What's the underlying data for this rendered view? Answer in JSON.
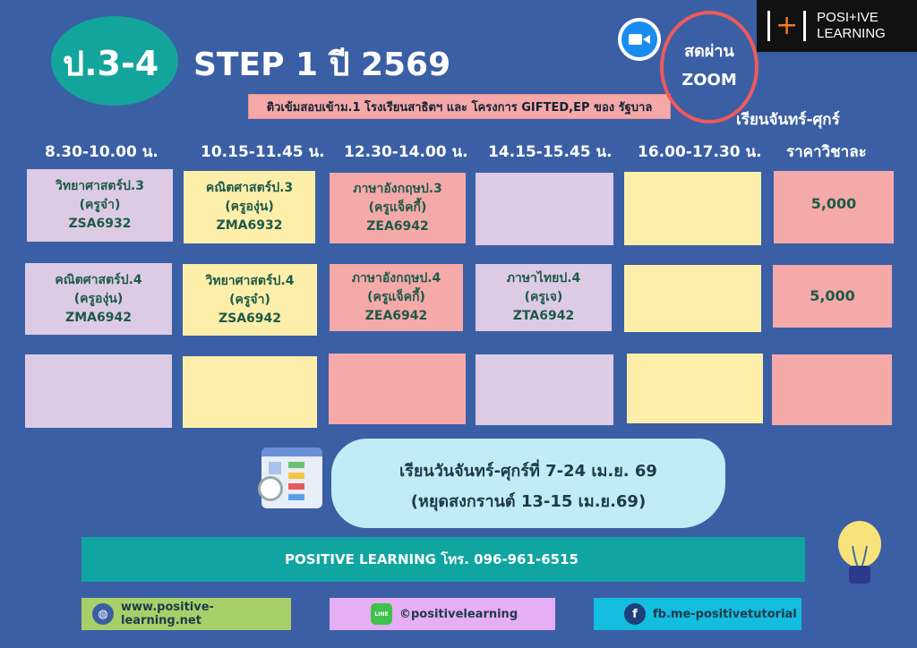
{
  "header": {
    "grade": "ป.3-4",
    "title": "STEP 1 ปี 2569",
    "subtitle": "ติวเข้มสอบเข้าม.1 โรงเรียนสาธิตฯ และ โครงการ GIFTED,EP ของ รัฐบาล",
    "live_line1": "สดผ่าน",
    "live_line2": "ZOOM",
    "days": "เรียนจันทร์-ศุกร์"
  },
  "logo": {
    "mark": "+",
    "line1": "POSI+IVE",
    "line2": "LEARNING"
  },
  "columns": [
    "8.30-10.00 น.",
    "10.15-11.45  น.",
    "12.30-14.00 น.",
    "14.15-15.45 น.",
    "16.00-17.30 น.",
    "ราคาวิชาละ"
  ],
  "rows": [
    {
      "cells": [
        {
          "subject": "วิทยาศาสตร์ป.3",
          "teacher": "(ครูจ๋า)",
          "code": "ZSA6932"
        },
        {
          "subject": "คณิตศาสตร์ป.3",
          "teacher": "(ครูองุ่น)",
          "code": "ZMA6932"
        },
        {
          "subject": "ภาษาอังกฤษป.3",
          "teacher": "(ครูแจ็คกี้)",
          "code": "ZEA6942"
        },
        {},
        {}
      ],
      "price": "5,000"
    },
    {
      "cells": [
        {
          "subject": "คณิตศาสตร์ป.4",
          "teacher": "(ครูองุ่น)",
          "code": "ZMA6942"
        },
        {
          "subject": "วิทยาศาสตร์ป.4",
          "teacher": "(ครูจ๋า)",
          "code": "ZSA6942"
        },
        {
          "subject": "ภาษาอังกฤษป.4",
          "teacher": "(ครูแจ็คกี้)",
          "code": "ZEA6942"
        },
        {
          "subject": "ภาษาไทยป.4",
          "teacher": "(ครูเจ)",
          "code": "ZTA6942"
        },
        {}
      ],
      "price": "5,000"
    }
  ],
  "schedule": {
    "line1": "เรียนวันจันทร์-ศุกร์ที่ 7-24 เม.ย. 69",
    "line2": "(หยุดสงกรานต์ 13-15 เม.ย.69)"
  },
  "contact": "POSITIVE LEARNING  โทร. 096-961-6515",
  "social": {
    "website": "www.positive-learning.net",
    "line_icon": "LINE",
    "line": "©positivelearning",
    "facebook": "fb.me-positivetutorial"
  }
}
